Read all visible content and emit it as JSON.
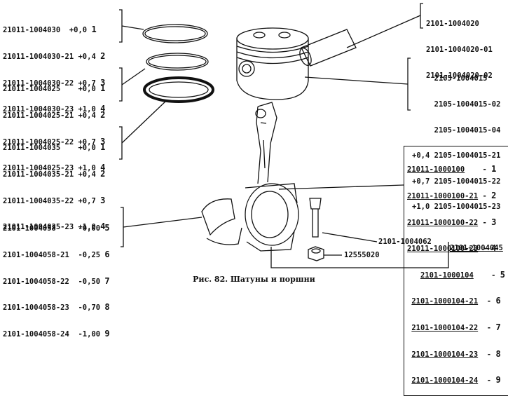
{
  "groups": {
    "compression_rings": [
      {
        "code": "21011-1004030",
        "size": "+0,0",
        "n": "1"
      },
      {
        "code": "21011-1004030-21",
        "size": "+0,4",
        "n": "2"
      },
      {
        "code": "21011-1004030-22",
        "size": "+0,7",
        "n": "3"
      },
      {
        "code": "21011-1004030-23",
        "size": "+1,0",
        "n": "4"
      }
    ],
    "second_rings": [
      {
        "code": "21011-1004025",
        "size": "+0,0",
        "n": "1"
      },
      {
        "code": "21011-1004025-21",
        "size": "+0,4",
        "n": "2"
      },
      {
        "code": "21011-1004025-22",
        "size": "+0,7",
        "n": "3"
      },
      {
        "code": "21011-1004025-23",
        "size": "+1,0",
        "n": "4"
      }
    ],
    "oil_rings": [
      {
        "code": "21011-1004035",
        "size": "+0,0",
        "n": "1"
      },
      {
        "code": "21011-1004035-21",
        "size": "+0,4",
        "n": "2"
      },
      {
        "code": "21011-1004035-22",
        "size": "+0,7",
        "n": "3"
      },
      {
        "code": "21011-1004035-23",
        "size": "+1,0",
        "n": "4"
      }
    ],
    "bearings": [
      {
        "code": "2101-1004058",
        "size": "-0,00",
        "n": "5"
      },
      {
        "code": "2101-1004058-21",
        "size": "-0,25",
        "n": "6"
      },
      {
        "code": "2101-1004058-22",
        "size": "-0,50",
        "n": "7"
      },
      {
        "code": "2101-1004058-23",
        "size": "-0,70",
        "n": "8"
      },
      {
        "code": "2101-1004058-24",
        "size": "-1,00",
        "n": "9"
      }
    ],
    "piston_pin": [
      "2101-1004020",
      "2101-1004020-01",
      "2101-1004020-02"
    ],
    "pistons": [
      {
        "size": "",
        "code": "2105-1004015"
      },
      {
        "size": "",
        "code": "2105-1004015-02"
      },
      {
        "size": "",
        "code": "2105-1004015-04"
      },
      {
        "size": "+0,4",
        "code": "2105-1004015-21"
      },
      {
        "size": "+0,7",
        "code": "2105-1004015-22"
      },
      {
        "size": "+1,0",
        "code": "2105-1004015-23"
      }
    ],
    "conrod_assemblies": [
      {
        "code": "21011-1000100",
        "n": "1"
      },
      {
        "code": "21011-1000100-21",
        "n": "2"
      },
      {
        "code": "21011-1000100-22",
        "n": "3"
      },
      {
        "code": "21011-1000100-23",
        "n": "4"
      },
      {
        "code": "2101-1000104",
        "n": "5"
      },
      {
        "code": "2101-1000104-21",
        "n": "6"
      },
      {
        "code": "2101-1000104-22",
        "n": "7"
      },
      {
        "code": "2101-1000104-23",
        "n": "8"
      },
      {
        "code": "2101-1000104-24",
        "n": "9"
      }
    ]
  },
  "bolt_code": "2101-1004062",
  "nut_code": "12555020",
  "conrod_code": "2101-1004045",
  "caption": "Рис. 82. Шатуны и поршни"
}
